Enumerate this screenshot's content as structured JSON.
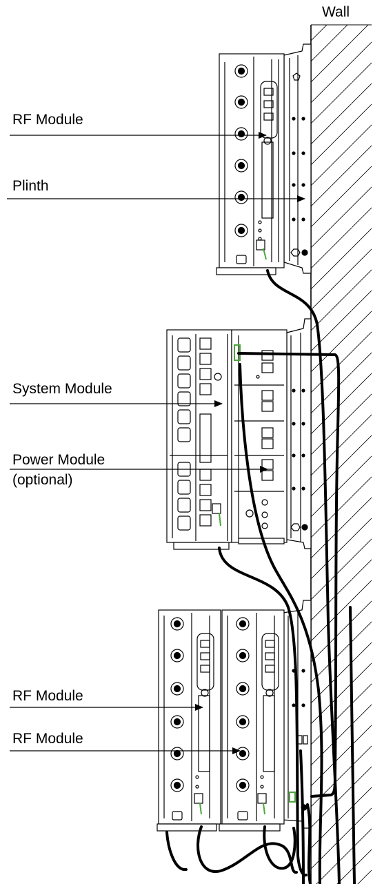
{
  "labels": {
    "wall": "Wall",
    "rf_module_top": "RF Module",
    "plinth": "Plinth",
    "system_module": "System Module",
    "power_module": "Power Module",
    "power_module_note": "(optional)",
    "rf_module_bottom_1": "RF Module",
    "rf_module_bottom_2": "RF Module"
  },
  "colors": {
    "line": "#000000",
    "cable_accent": "#4aa63a",
    "wall_fill": "#ffffff"
  }
}
